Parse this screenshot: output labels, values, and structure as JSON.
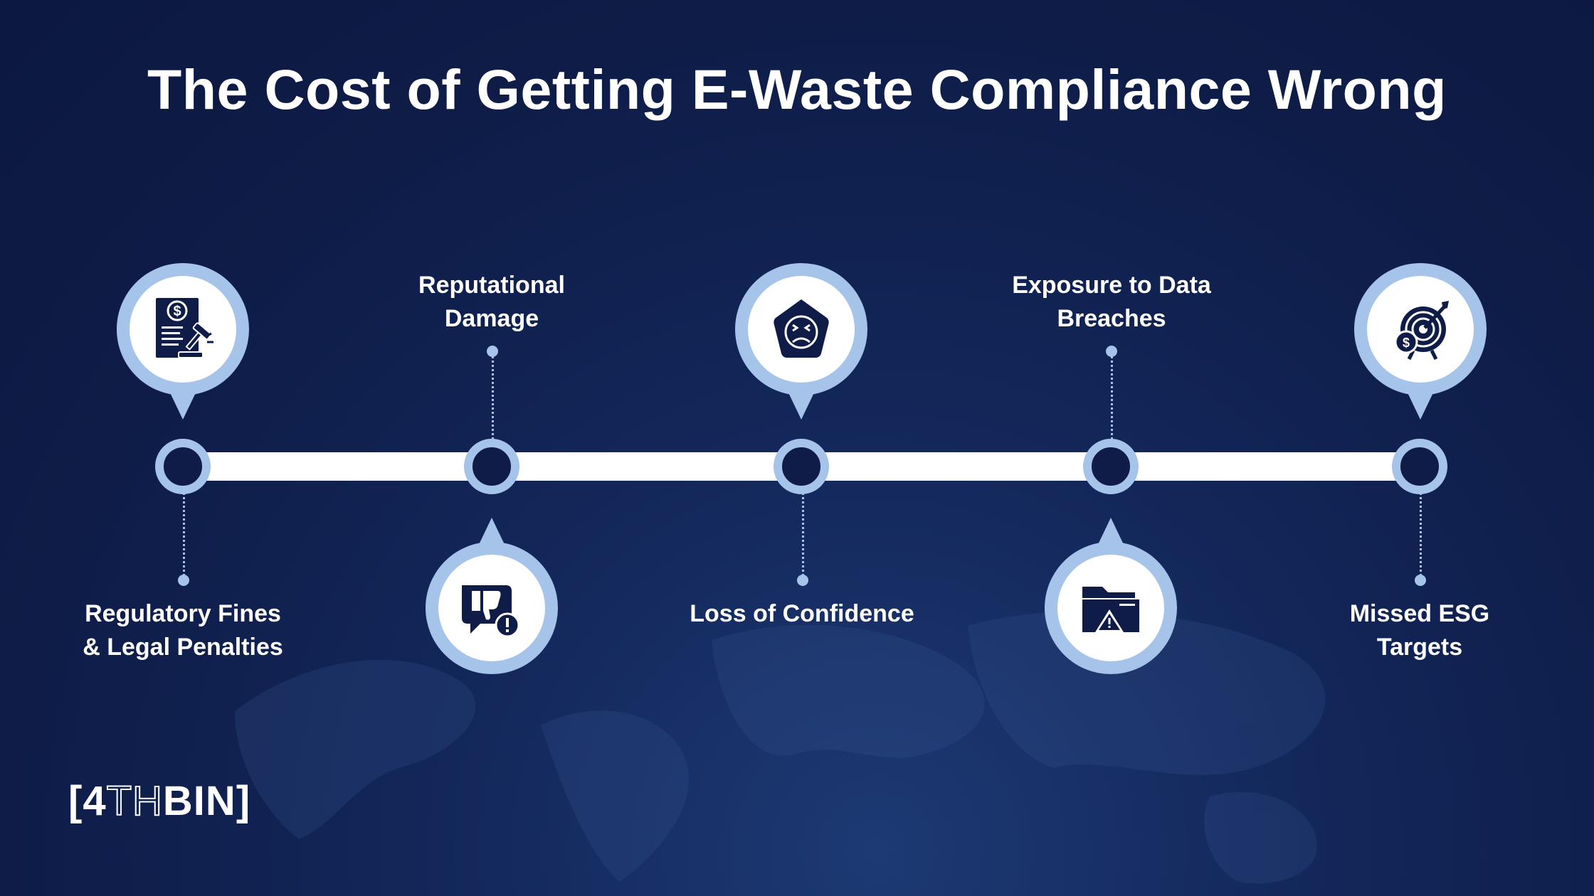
{
  "title": "The Cost of Getting E-Waste Compliance Wrong",
  "steps": [
    {
      "label_line1": "Regulatory Fines",
      "label_line2": "& Legal Penalties",
      "icon": "legal-document-gavel-icon"
    },
    {
      "label_line1": "Reputational",
      "label_line2": "Damage",
      "icon": "thumbs-down-warning-icon"
    },
    {
      "label_line1": "Loss of Confidence",
      "label_line2": "",
      "icon": "sad-face-badge-icon"
    },
    {
      "label_line1": "Exposure to Data",
      "label_line2": "Breaches",
      "icon": "folder-warning-icon"
    },
    {
      "label_line1": "Missed ESG",
      "label_line2": "Targets",
      "icon": "target-coin-icon"
    }
  ],
  "logo": {
    "bracket_open": "[",
    "part1": "4",
    "part2": "TH",
    "part3": "BIN",
    "bracket_close": "]"
  },
  "colors": {
    "background": "#0e1c47",
    "accent": "#a6c3ea",
    "line": "#ffffff",
    "icon": "#0e1c47"
  }
}
